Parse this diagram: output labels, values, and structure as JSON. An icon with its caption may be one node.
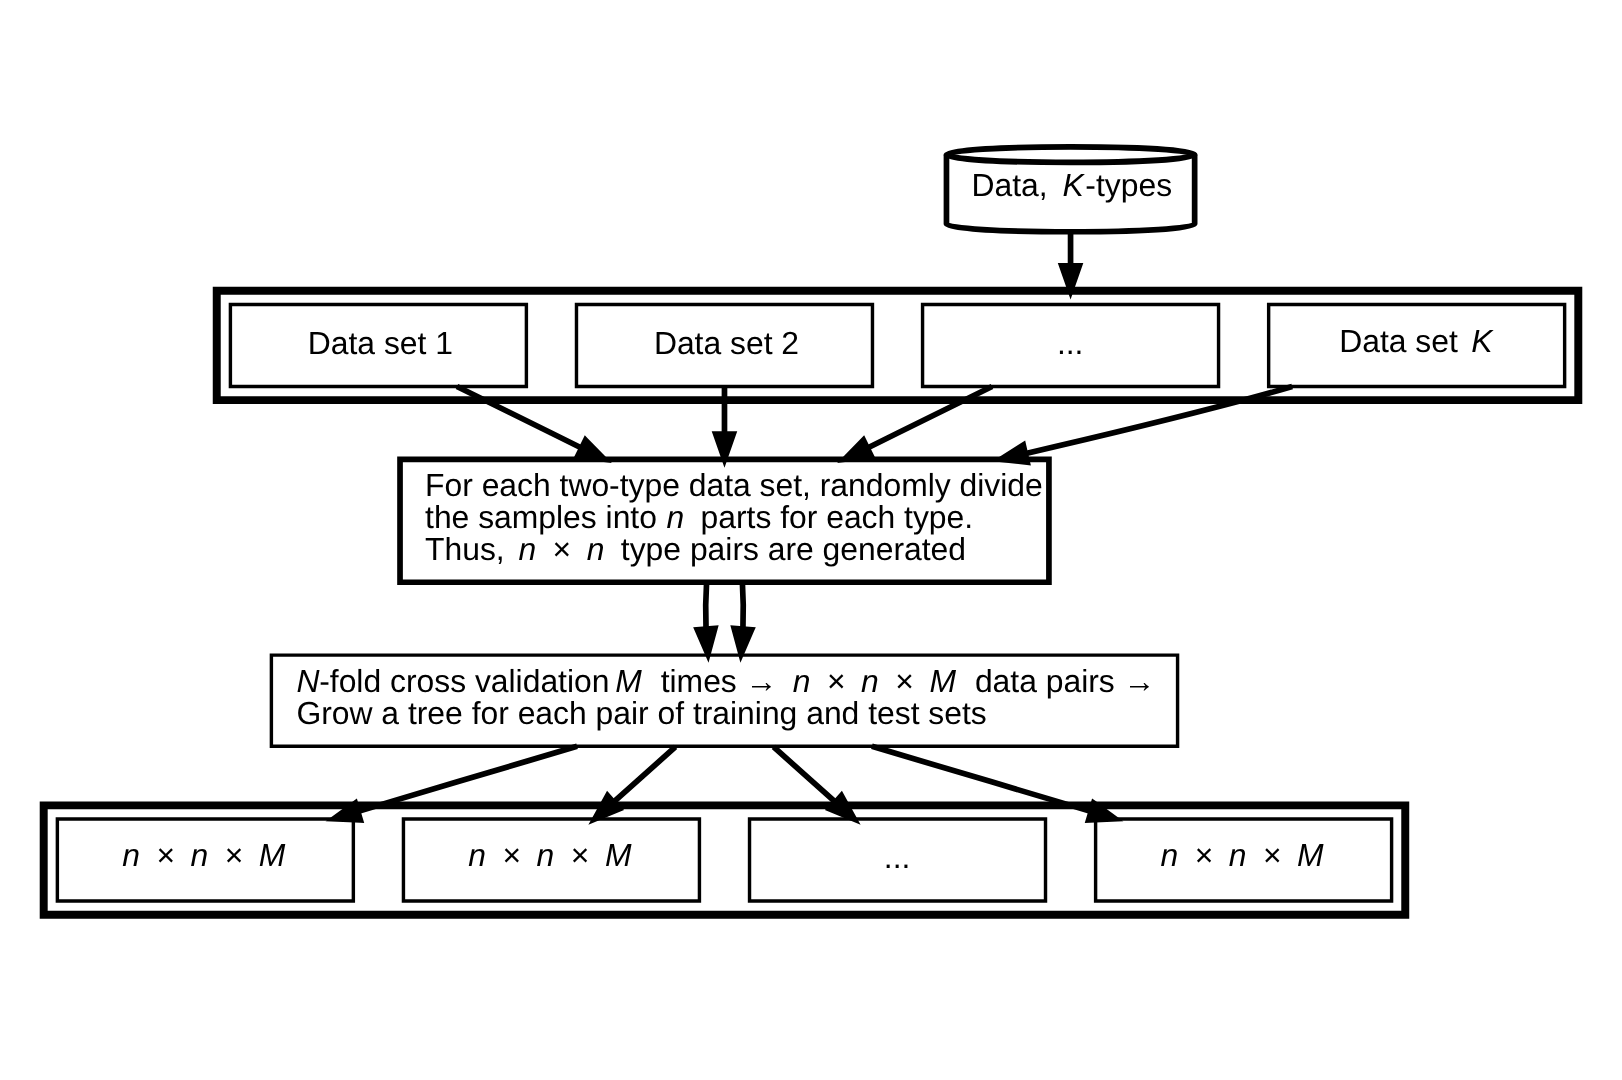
{
  "diagram": {
    "nodes": [
      {
        "text": [
          "Data, *K*-types"
        ]
      },
      {
        "text": [],
        "shape": "box"
      },
      {
        "text": [
          "Data set 1"
        ],
        "in": 1
      },
      {
        "text": [
          "Data set 2"
        ],
        "in": 1
      },
      {
        "text": [
          "..."
        ],
        "in": 1
      },
      {
        "text": [
          "Data set *K*"
        ],
        "in": 1
      },
      {
        "text": [
          "For each two-type data set, randomly divide the samples into *n* parts for each type. Thus, *n* × *n* type pairs are generated"
        ]
      },
      {
        "text": [
          "*N*-fold cross validation *M* times → *n* × *n* × *M* data pairs → Grow a tree for each pair of training and test sets"
        ]
      },
      {
        "text": [],
        "shape": "box"
      },
      {
        "text": [
          "*n* × *n* × *M*"
        ],
        "in": 8
      },
      {
        "text": [
          "*n* × *n* × *M*"
        ],
        "in": 8
      },
      {
        "text": [
          "..."
        ],
        "in": 8
      },
      {
        "text": [
          "*n* × *n* × *M*"
        ],
        "in": 8
      }
    ],
    "edges": [
      {
        "from": 0,
        "to": 1,
        "arrow": "to"
      },
      {
        "from": 2,
        "to": 6,
        "arrow": "to"
      },
      {
        "from": 3,
        "to": 6,
        "arrow": "to"
      },
      {
        "from": 4,
        "to": 6,
        "arrow": "to"
      },
      {
        "from": 5,
        "to": 6,
        "arrow": "to"
      },
      {
        "from": 6,
        "to": 7,
        "arrow": "to"
      },
      {
        "from": 6,
        "to": 7,
        "arrow": "to"
      },
      {
        "from": 7,
        "to": 9,
        "arrow": "to"
      },
      {
        "from": 7,
        "to": 10,
        "arrow": "to"
      },
      {
        "from": 7,
        "to": 11,
        "arrow": "to"
      },
      {
        "from": 7,
        "to": 12,
        "arrow": "to"
      }
    ]
  }
}
